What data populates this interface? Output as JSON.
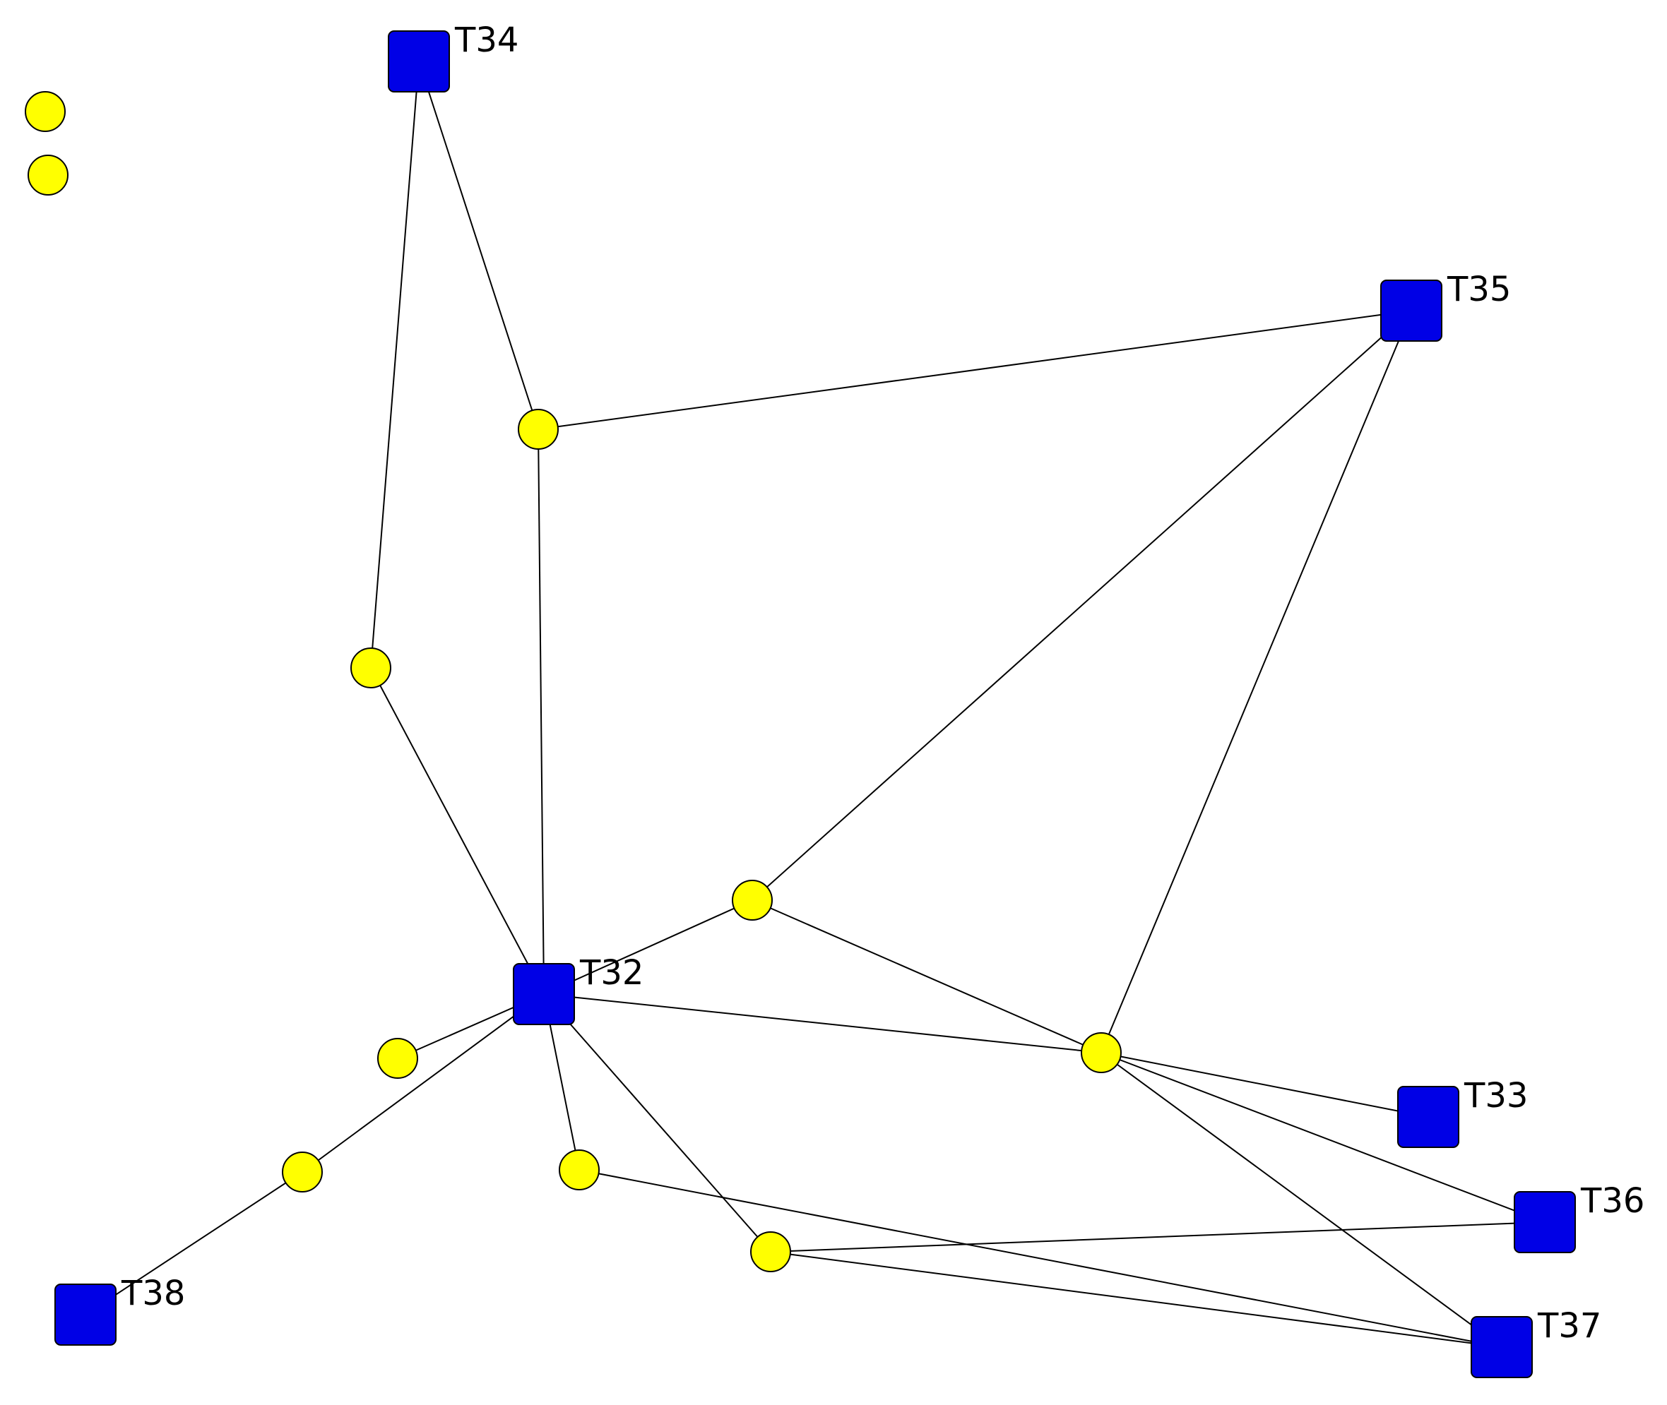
{
  "colors": {
    "square_fill": "#0000e6",
    "circle_fill": "#ffff00",
    "edge": "#000000",
    "background": "#ffffff"
  },
  "nodes": [
    {
      "id": "T34",
      "shape": "square",
      "label": "T34"
    },
    {
      "id": "T35",
      "shape": "square",
      "label": "T35"
    },
    {
      "id": "T32",
      "shape": "square",
      "label": "T32"
    },
    {
      "id": "T33",
      "shape": "square",
      "label": "T33"
    },
    {
      "id": "T36",
      "shape": "square",
      "label": "T36"
    },
    {
      "id": "T37",
      "shape": "square",
      "label": "T37"
    },
    {
      "id": "T38",
      "shape": "square",
      "label": "T38"
    },
    {
      "id": "c1",
      "shape": "circle",
      "label": ""
    },
    {
      "id": "c2",
      "shape": "circle",
      "label": ""
    },
    {
      "id": "c3",
      "shape": "circle",
      "label": ""
    },
    {
      "id": "c4",
      "shape": "circle",
      "label": ""
    },
    {
      "id": "c5",
      "shape": "circle",
      "label": ""
    },
    {
      "id": "c6",
      "shape": "circle",
      "label": ""
    },
    {
      "id": "c7",
      "shape": "circle",
      "label": ""
    },
    {
      "id": "c8",
      "shape": "circle",
      "label": ""
    },
    {
      "id": "c9",
      "shape": "circle",
      "label": ""
    },
    {
      "id": "c10",
      "shape": "circle",
      "label": ""
    },
    {
      "id": "c11",
      "shape": "circle",
      "label": ""
    }
  ],
  "edges": [
    [
      "T34",
      "c4"
    ],
    [
      "T34",
      "c3"
    ],
    [
      "c3",
      "T35"
    ],
    [
      "c3",
      "T32"
    ],
    [
      "c4",
      "T32"
    ],
    [
      "T35",
      "c5"
    ],
    [
      "T35",
      "c6"
    ],
    [
      "c5",
      "T32"
    ],
    [
      "c5",
      "c6"
    ],
    [
      "T32",
      "c6"
    ],
    [
      "T32",
      "c7"
    ],
    [
      "T32",
      "c8"
    ],
    [
      "T32",
      "c9"
    ],
    [
      "T32",
      "c10"
    ],
    [
      "c6",
      "T33"
    ],
    [
      "c6",
      "T36"
    ],
    [
      "c6",
      "T37"
    ],
    [
      "c9",
      "T37"
    ],
    [
      "c10",
      "T36"
    ],
    [
      "c10",
      "T37"
    ],
    [
      "c8",
      "T38"
    ]
  ]
}
